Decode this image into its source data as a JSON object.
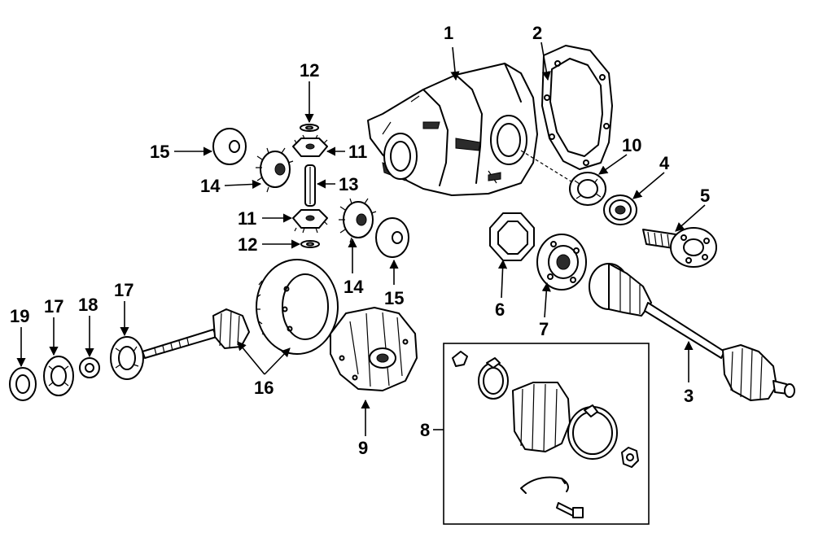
{
  "diagram": {
    "callouts": {
      "c1": "1",
      "c2": "2",
      "c3": "3",
      "c4": "4",
      "c5": "5",
      "c6": "6",
      "c7": "7",
      "c8": "8",
      "c9": "9",
      "c10": "10",
      "c11a": "11",
      "c11b": "11",
      "c12a": "12",
      "c12b": "12",
      "c13": "13",
      "c14a": "14",
      "c14b": "14",
      "c15a": "15",
      "c15b": "15",
      "c16": "16",
      "c17a": "17",
      "c17b": "17",
      "c18": "18",
      "c19": "19"
    }
  },
  "colors": {
    "ink": "#000000",
    "background": "#ffffff"
  }
}
